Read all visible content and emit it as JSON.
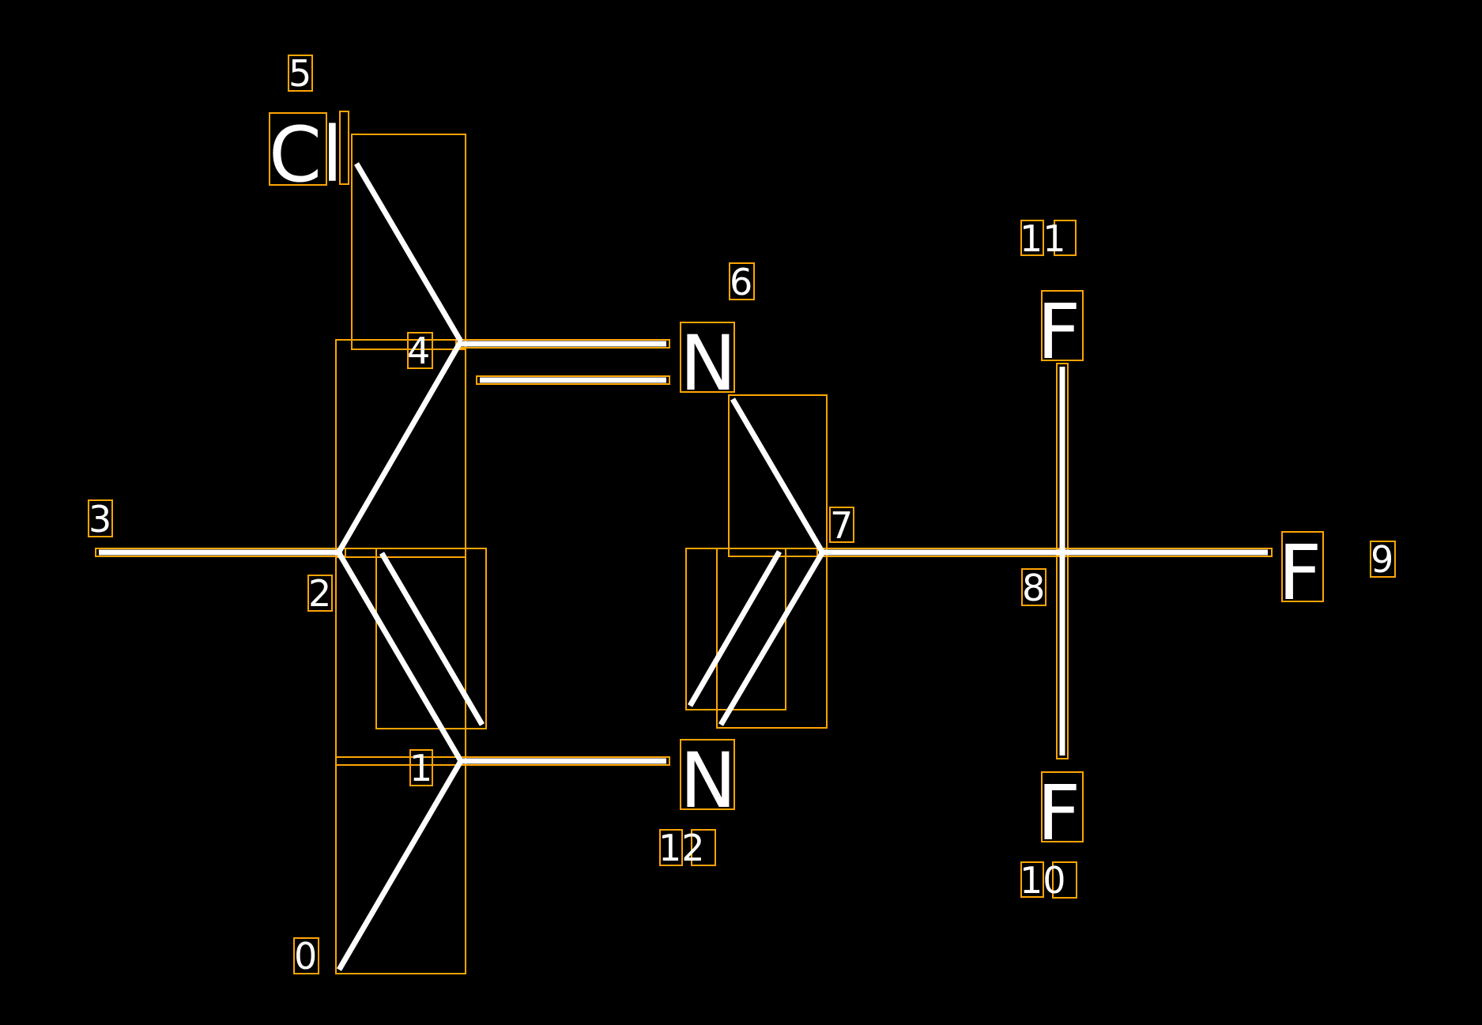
{
  "title": "Molecule structure with annotation boxes",
  "colors": {
    "background": "#000000",
    "bond": "#ffffff",
    "annotation_box": "#FFA500"
  },
  "atoms": {
    "cl": "Cl",
    "n_top": "N",
    "n_bottom": "N",
    "f_top": "F",
    "f_right": "F",
    "f_bottom": "F"
  },
  "indices": [
    "0",
    "1",
    "2",
    "3",
    "4",
    "5",
    "6",
    "7",
    "8",
    "9",
    "10",
    "11",
    "12"
  ]
}
